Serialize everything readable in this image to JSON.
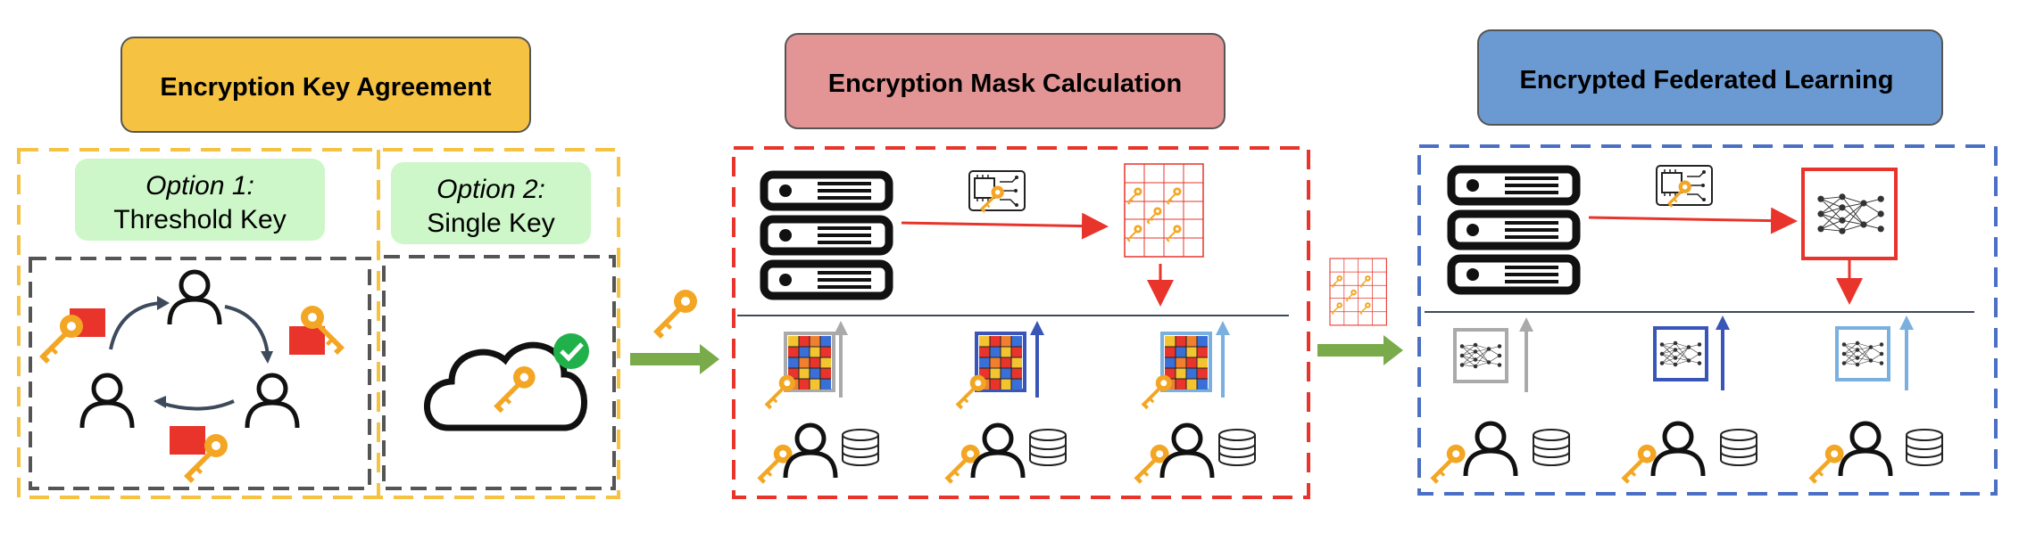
{
  "stages": [
    {
      "title": "Encryption Key Agreement",
      "color": "#f5c242"
    },
    {
      "title": "Encryption Mask Calculation",
      "color": "#e39595"
    },
    {
      "title": "Encrypted Federated Learning",
      "color": "#6b9ad3"
    }
  ],
  "options": [
    {
      "line1": "Option 1:",
      "line2": "Threshold Key"
    },
    {
      "line1": "Option 2:",
      "line2": "Single Key"
    }
  ],
  "colors": {
    "yellow_border": "#f5c242",
    "red_border": "#e8342b",
    "blue_border": "#4a6fc4",
    "gray_border": "#555555",
    "option_bg": "#cdf7c8",
    "arrow_green": "#7aab4a",
    "arrow_red": "#e8342b",
    "key_gold": "#f3a623",
    "red_flag": "#e8342b",
    "check_green": "#21b14a"
  },
  "icons": [
    "server-icon",
    "chip-key-icon",
    "mask-grid-icon",
    "neural-net-icon",
    "user-icon",
    "key-icon",
    "database-icon",
    "cloud-key-icon",
    "checkmark-icon",
    "heatmap-icon"
  ]
}
